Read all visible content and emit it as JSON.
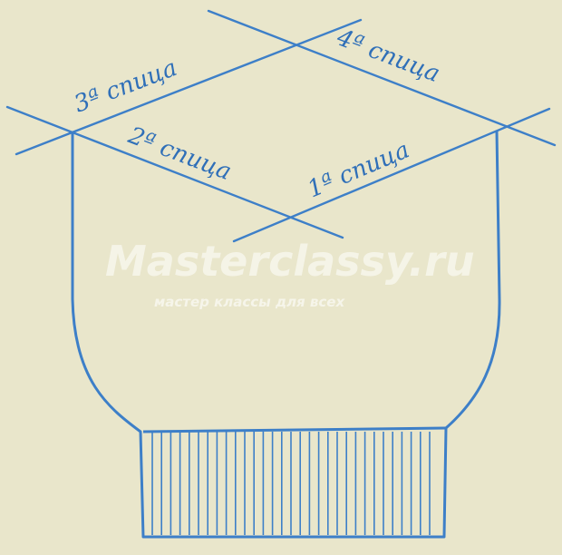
{
  "needles": {
    "n1": "1ª спица",
    "n2": "2ª спица",
    "n3": "3ª спица",
    "n4": "4ª спица"
  },
  "watermark": {
    "title": "Masterclassy.ru",
    "subtitle": "мастер классы для всех"
  },
  "colors": {
    "line": "#3d7fc8",
    "background": "#ece9cf"
  }
}
